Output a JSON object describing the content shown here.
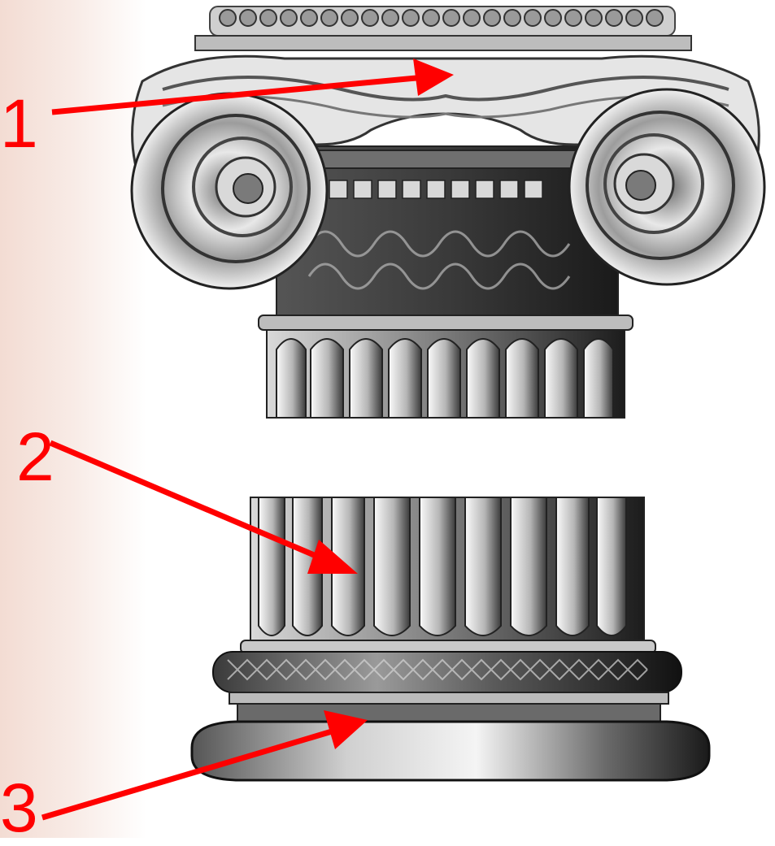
{
  "labels": [
    {
      "id": "1",
      "text": "1"
    },
    {
      "id": "2",
      "text": "2"
    },
    {
      "id": "3",
      "text": "3"
    }
  ],
  "colors": {
    "arrow": "#ff0000",
    "stone_dark": "#2b2b2b",
    "stone_mid": "#8a8a8a",
    "stone_light": "#e6e6e6",
    "background_tint": "#f3dcd3"
  }
}
